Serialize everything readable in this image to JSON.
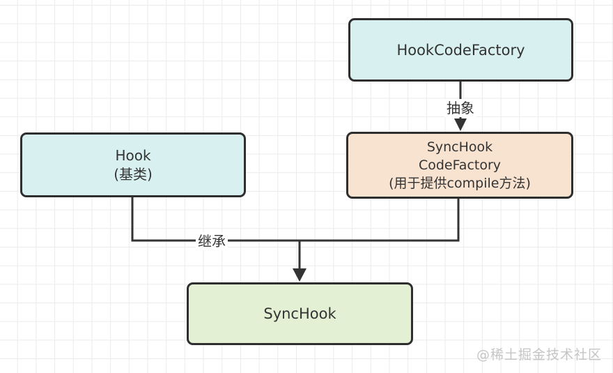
{
  "diagram": {
    "nodes": {
      "hookCodeFactory": {
        "label": "HookCodeFactory",
        "fill": "#d8f1f0"
      },
      "hook": {
        "lines": [
          "Hook",
          "(基类)"
        ],
        "fill": "#d8f1f0"
      },
      "syncHookCodeFactory": {
        "lines": [
          "SyncHook",
          "CodeFactory",
          "(用于提供compile方法)"
        ],
        "fill": "#f8e3d0"
      },
      "syncHook": {
        "label": "SyncHook",
        "fill": "#e3f0d4"
      }
    },
    "edges": [
      {
        "from": "HookCodeFactory",
        "to": "SyncHookCodeFactory",
        "label": "抽象"
      },
      {
        "from": "Hook / SyncHookCodeFactory",
        "to": "SyncHook",
        "label": "继承"
      }
    ],
    "colors": {
      "node_border": "#2e2e2e",
      "connector": "#333333",
      "grid": "#ebebeb",
      "background": "#ffffff",
      "text": "#333333",
      "watermark": "#c5c5c5"
    },
    "watermark": "@稀土掘金技术社区"
  }
}
